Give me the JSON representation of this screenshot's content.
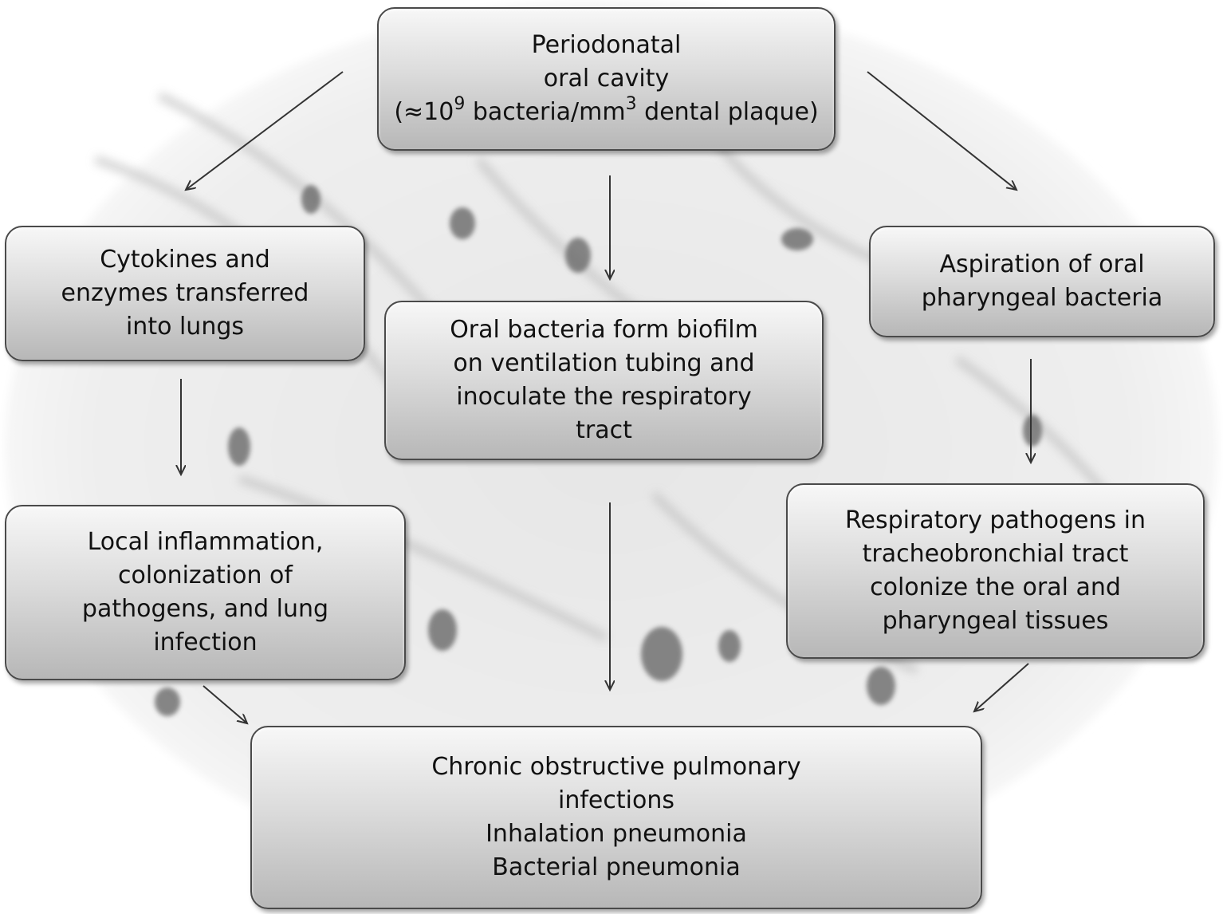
{
  "boxes": {
    "periodontal": {
      "line1": "Periodonatal",
      "line2": "oral cavity",
      "line3_pre": "(≈10",
      "line3_sup1": "9",
      "line3_mid": " bacteria/mm",
      "line3_sup2": "3",
      "line3_post": " dental plaque)"
    },
    "cytokines": {
      "lines": [
        "Cytokines and",
        "enzymes transferred",
        "into lungs"
      ]
    },
    "biofilm": {
      "lines": [
        "Oral bacteria form biofilm",
        "on ventilation tubing and",
        "inoculate the respiratory",
        "tract"
      ]
    },
    "aspiration": {
      "lines": [
        "Aspiration of oral",
        "pharyngeal bacteria"
      ]
    },
    "inflammation": {
      "lines": [
        "Local inflammation,",
        "colonization of",
        "pathogens, and lung",
        "infection"
      ]
    },
    "pathogens": {
      "lines": [
        "Respiratory pathogens in",
        "tracheobronchial tract",
        "colonize the oral and",
        "pharyngeal tissues"
      ]
    },
    "outcome": {
      "lines": [
        "Chronic obstructive pulmonary",
        "infections",
        "Inhalation pneumonia",
        "Bacterial pneumonia"
      ]
    }
  }
}
